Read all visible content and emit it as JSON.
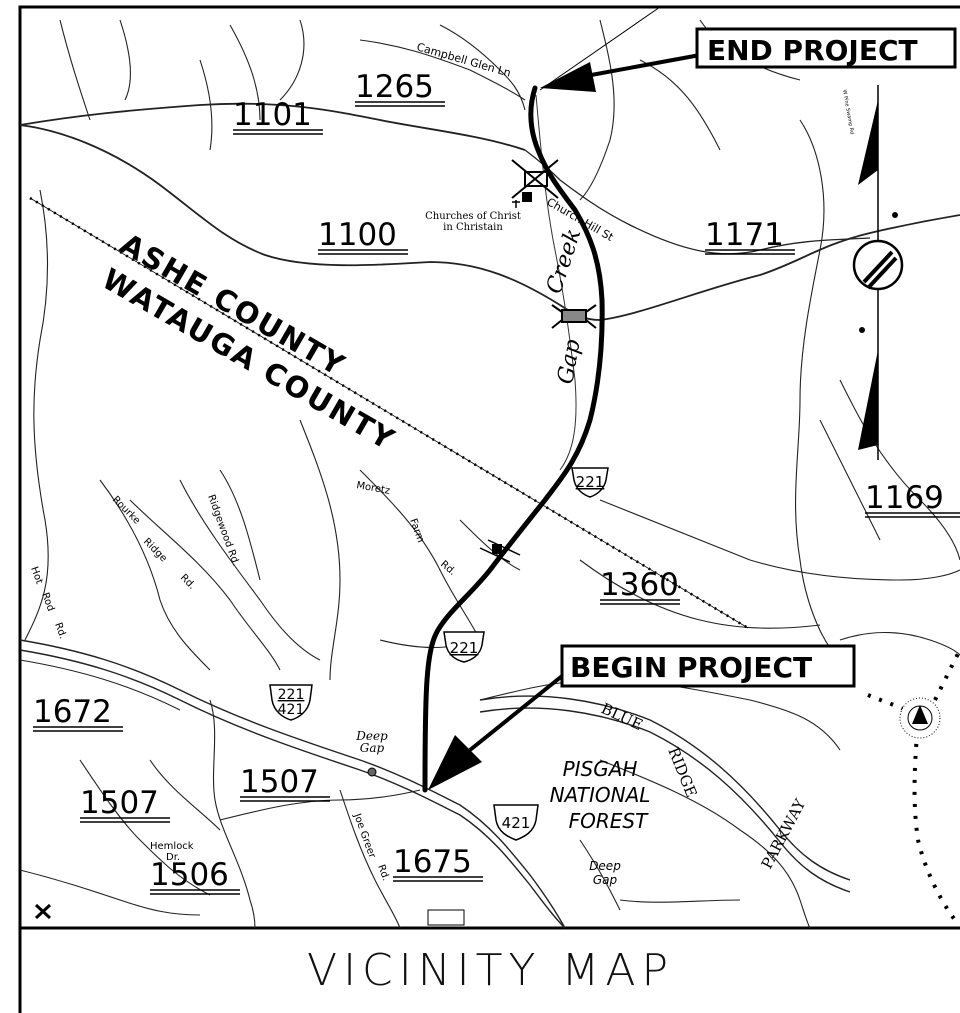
{
  "title": "VICINITY MAP",
  "callouts": {
    "end": "END  PROJECT",
    "begin": "BEGIN  PROJECT"
  },
  "counties": {
    "north": "ASHE COUNTY",
    "south": "WATAUGA COUNTY"
  },
  "routes": {
    "sr_1265": "1265",
    "sr_1101": "1101",
    "sr_1100": "1100",
    "sr_1171": "1171",
    "sr_1169": "1169",
    "sr_1360": "1360",
    "sr_1672": "1672",
    "sr_1507_a": "1507",
    "sr_1507_b": "1507",
    "sr_1506": "1506",
    "sr_1675": "1675"
  },
  "us_routes": {
    "us221_north": "221",
    "us221_south": "221",
    "us221_421_top": "221",
    "us221_421_bot": "421",
    "us421": "421"
  },
  "roads": {
    "campbell_glen": "Campbell Glen Ln",
    "church_hill": "Church Hill St",
    "moretz_1": "Moretz",
    "moretz_2": "Farm",
    "moretz_3": "Rd.",
    "rourke_1": "Rourke",
    "rourke_2": "Ridge",
    "rourke_3": "Rd.",
    "ridgewood": "Ridgewood Rd.",
    "hot_1": "Hot",
    "hot_2": "Rod",
    "hot_3": "Rd.",
    "hemlock_1": "Hemlock",
    "hemlock_2": "Dr.",
    "joe_greer_1": "Joe Greer",
    "joe_greer_2": "Rd.",
    "w_pine": "W Pine Swamp Rd"
  },
  "places": {
    "church_1": "Churches of Christ",
    "church_2": "in Christain",
    "creek_1": "Gap",
    "creek_2": "Creek",
    "deep_gap_1": "Deep",
    "deep_gap_2": "Gap",
    "deep_gap_b1": "Deep",
    "deep_gap_b2": "Gap",
    "forest_1": "PISGAH",
    "forest_2": "NATIONAL",
    "forest_3": "FOREST",
    "parkway_1": "BLUE",
    "parkway_2": "RIDGE",
    "parkway_3": "PARKWAY"
  },
  "icon_names": [
    "north-arrow-icon",
    "church-icon",
    "bridge-icon",
    "airport-icon"
  ]
}
